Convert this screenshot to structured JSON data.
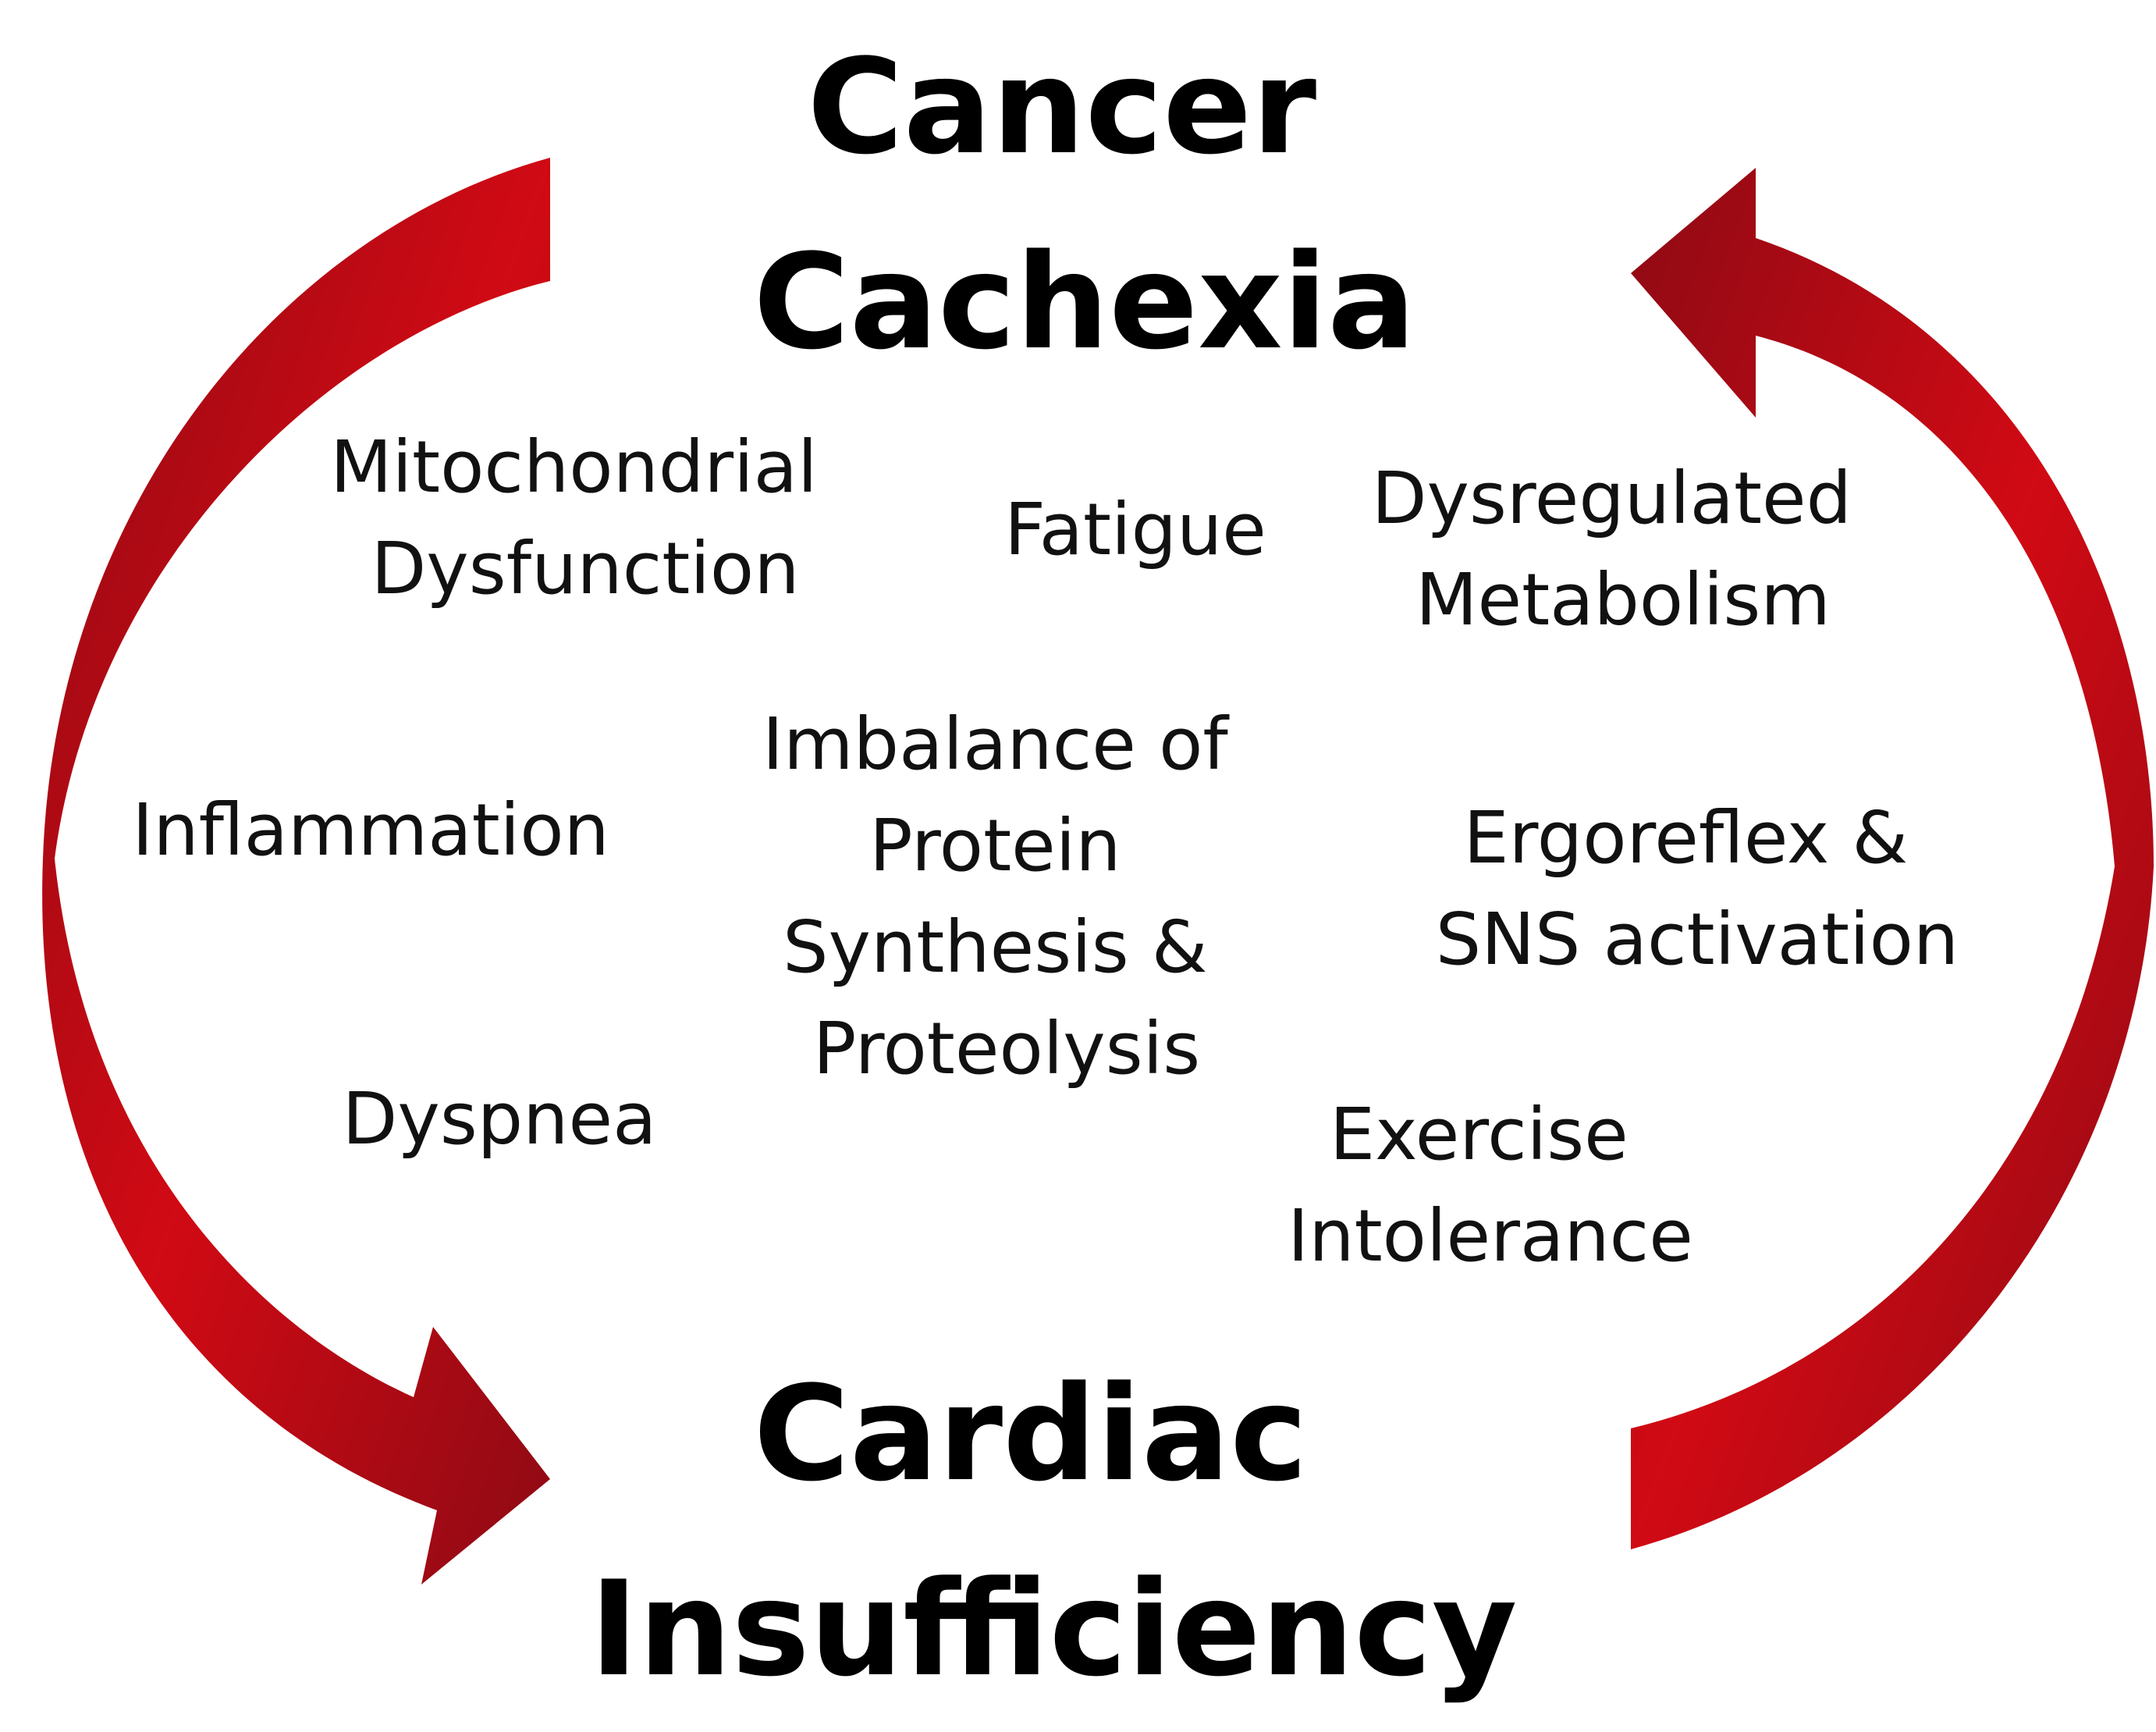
{
  "colors": {
    "arrow_dark": "#8e0a14",
    "arrow_light": "#d10a14",
    "text": "#111111"
  },
  "top_node": {
    "line1": "Cancer",
    "line2": "Cachexia"
  },
  "bottom_node": {
    "line1": "Cardiac",
    "line2": "Insufficiency"
  },
  "factors": {
    "mitochondrial": {
      "line1": "Mitochondrial",
      "line2": "Dysfunction"
    },
    "fatigue": {
      "line1": "Fatigue"
    },
    "metabolism": {
      "line1": "Dysregulated",
      "line2": "Metabolism"
    },
    "inflammation": {
      "line1": "Inflammation"
    },
    "protein": {
      "line1": "Imbalance of",
      "line2": "Protein",
      "line3": "Synthesis &",
      "line4": "Proteolysis"
    },
    "ergoreflex": {
      "line1": "Ergoreflex &",
      "line2": "SNS activation"
    },
    "dyspnea": {
      "line1": "Dyspnea"
    },
    "exercise": {
      "line1": "Exercise",
      "line2": "Intolerance"
    }
  }
}
